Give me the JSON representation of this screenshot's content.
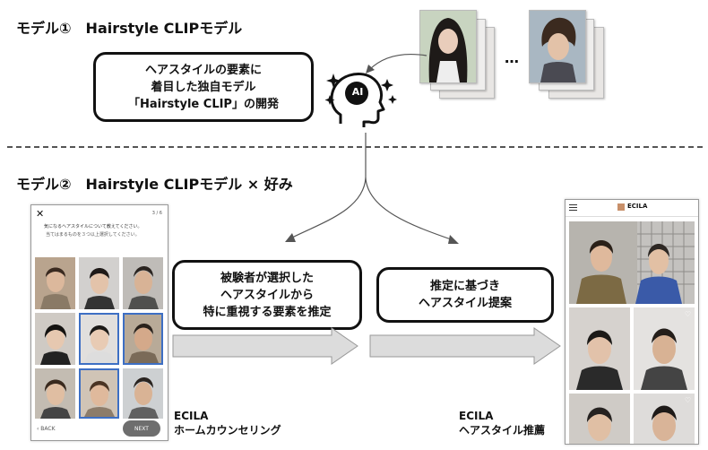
{
  "model1": {
    "title": "モデル①　Hairstyle CLIPモデル",
    "bubble_lines": [
      "ヘアスタイルの要素に",
      "着目した独自モデル",
      "「Hairstyle CLIP」の開発"
    ],
    "ai_label": "AI",
    "ellipsis": "…"
  },
  "model2": {
    "title": "モデル②　Hairstyle CLIPモデル × 好み",
    "bubble1_lines": [
      "被験者が選択した",
      "ヘアスタイルから",
      "特に重視する要素を推定"
    ],
    "bubble2_lines": [
      "推定に基づき",
      "ヘアスタイル提案"
    ]
  },
  "counseling": {
    "close": "✕",
    "page": "3 / 6",
    "question": "気になるヘアスタイルについて教えてください。",
    "note": "当てはまるものを３つ以上選択してください。",
    "back": "‹ BACK",
    "next": "NEXT",
    "label_line1": "ECILA",
    "label_line2": "ホームカウンセリング"
  },
  "recommend": {
    "brand": "ECILA",
    "label_line1": "ECILA",
    "label_line2": "ヘアスタイル推薦"
  },
  "colors": {
    "accent": "#3d6fc4",
    "arrow": "#d9d9d9",
    "border": "#111111"
  }
}
